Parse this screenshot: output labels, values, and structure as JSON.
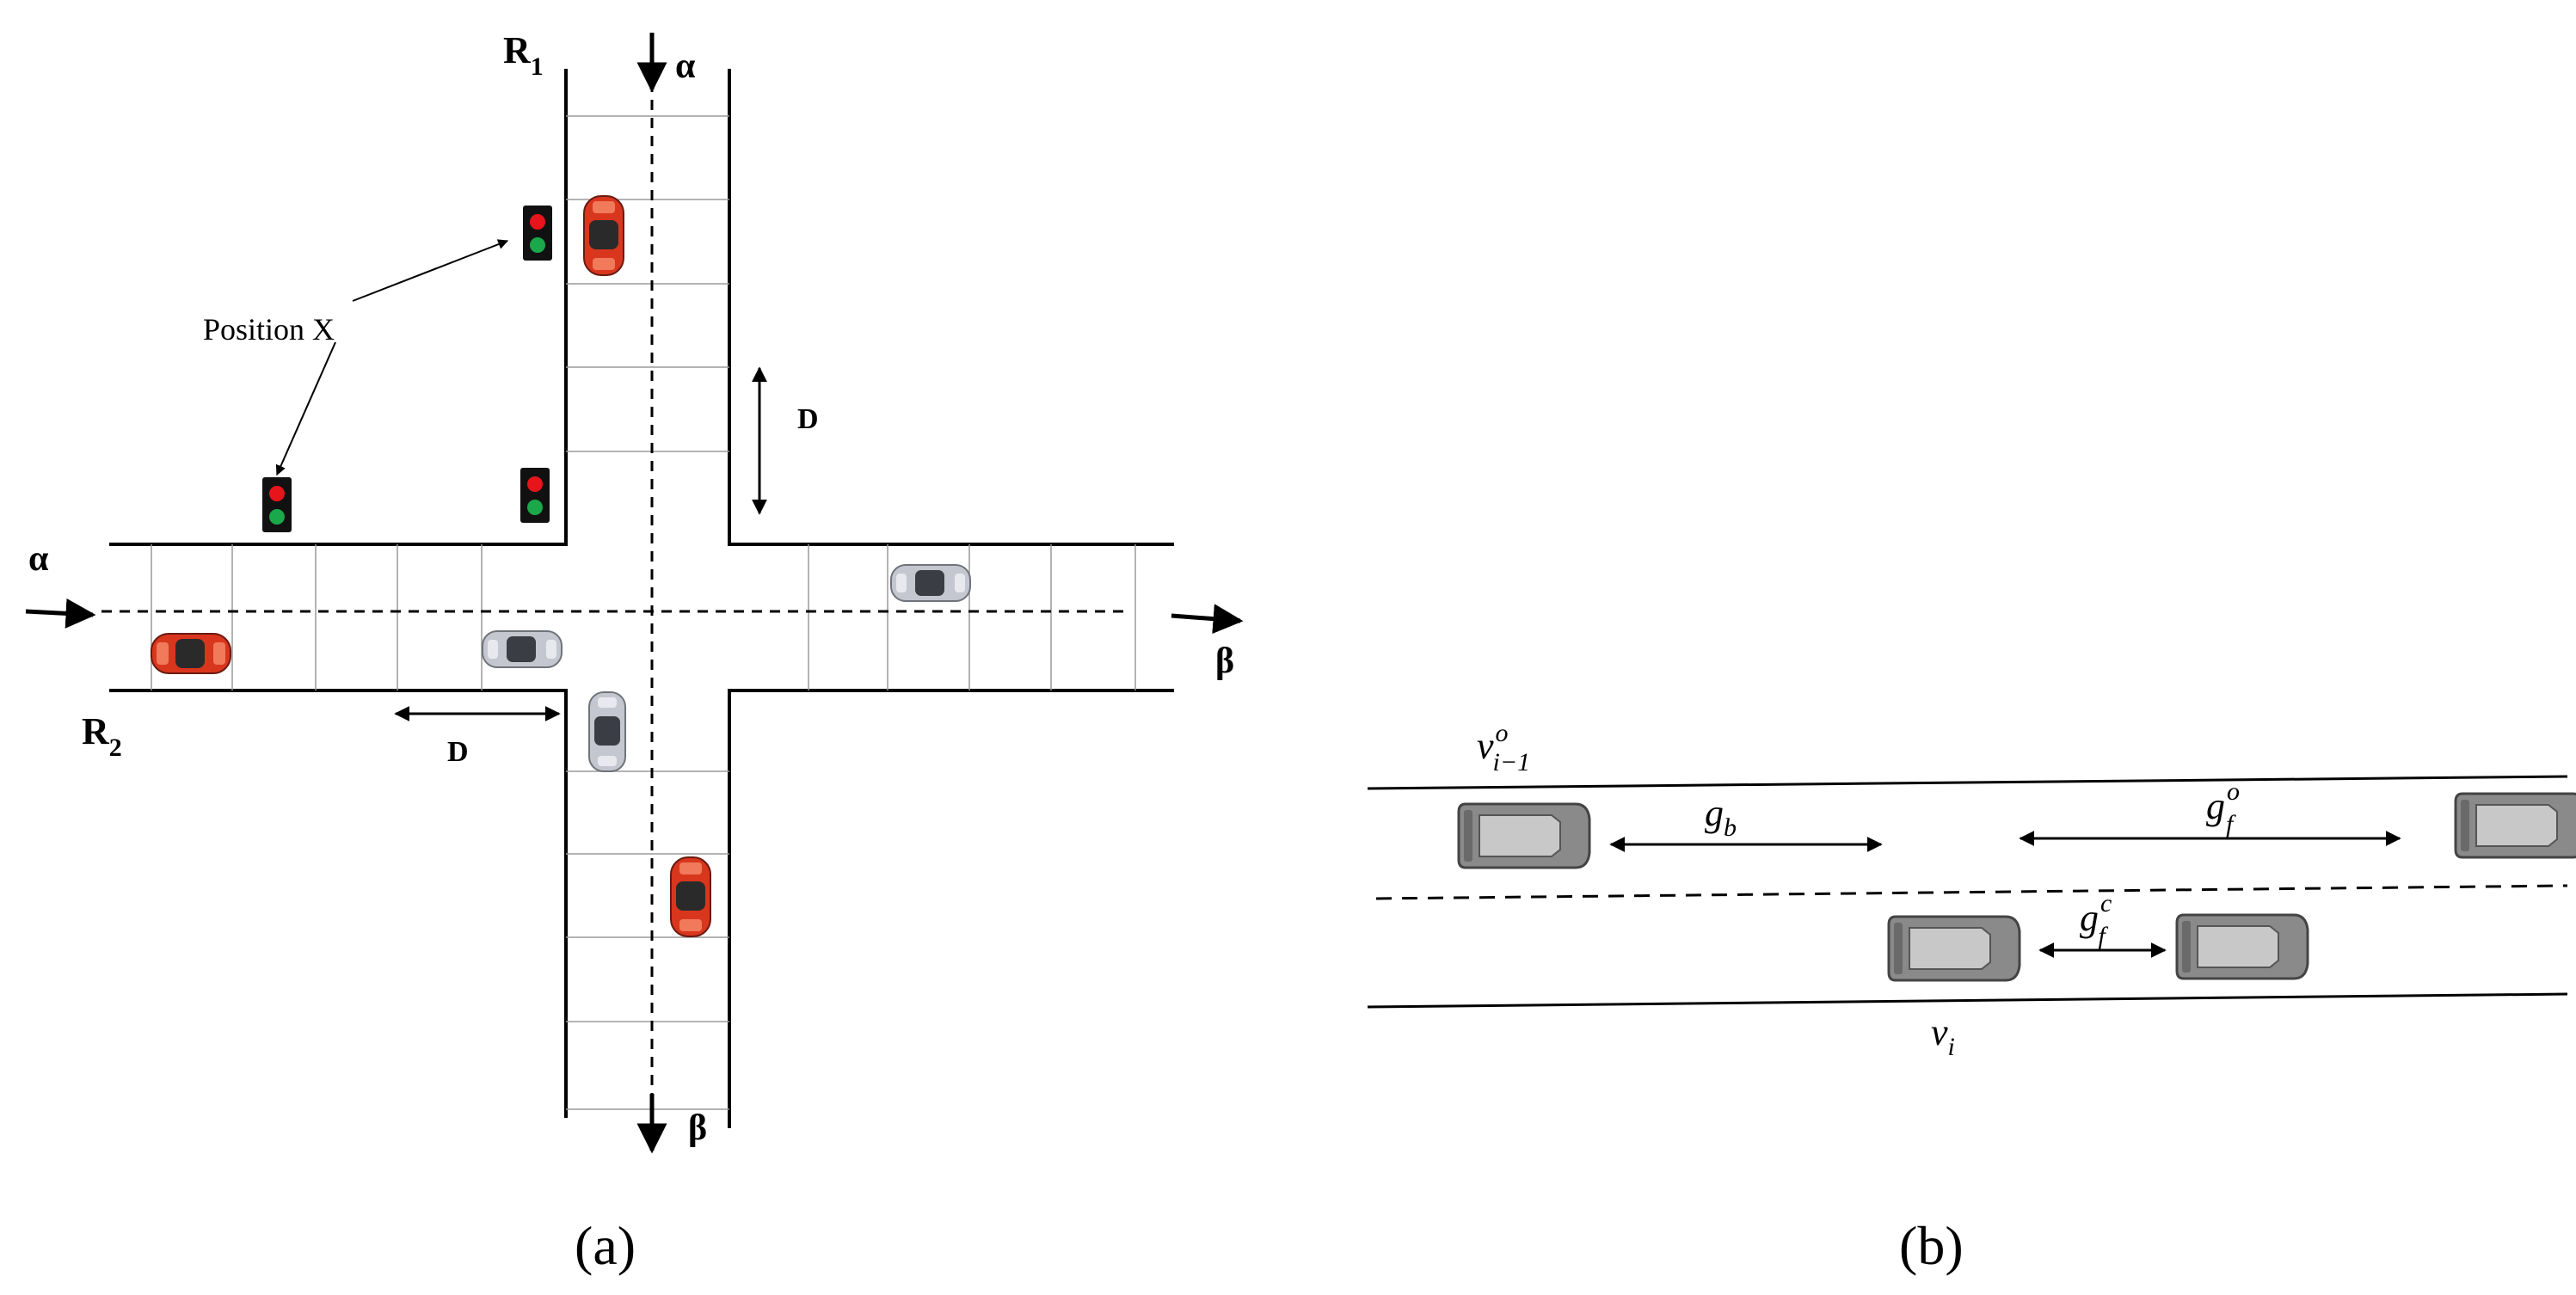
{
  "panel_a": {
    "caption": "(a)",
    "road_r1_label": {
      "main": "R",
      "sub": "1"
    },
    "road_r2_label": {
      "main": "R",
      "sub": "2"
    },
    "dir_alpha_top": "α",
    "dir_alpha_left": "α",
    "dir_beta_right": "β",
    "dir_beta_bottom": "β",
    "distance_label_vertical": "D",
    "distance_label_horizontal": "D",
    "position_label": "Position X",
    "colors": {
      "red_light": "#e8141b",
      "green_light": "#1aa84a",
      "red_car": "#d9361e",
      "silver_car": "#b9bcc4"
    }
  },
  "panel_b": {
    "caption": "(b)",
    "label_v_prev": {
      "base": "v",
      "sup": "o",
      "sub": "i−1"
    },
    "label_v_i": {
      "base": "v",
      "sub": "i"
    },
    "label_gb": {
      "base": "g",
      "sub": "b"
    },
    "label_gfo": {
      "base": "g",
      "sup": "o",
      "sub": "f"
    },
    "label_gfc": {
      "base": "g",
      "sup": "c",
      "sub": "f"
    },
    "colors": {
      "car_body": "#8a8a8a",
      "car_window": "#c8c8c8"
    }
  }
}
